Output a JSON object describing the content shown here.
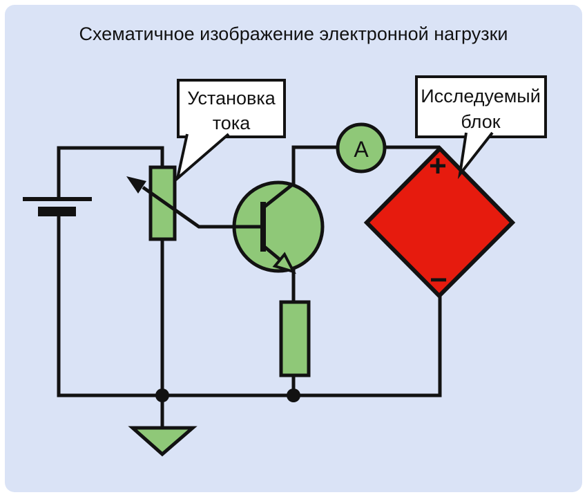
{
  "title": "Схематичное изображение электронной нагрузки",
  "colors": {
    "background": "#dae3f6",
    "outer": "#ffffff",
    "line": "#121212",
    "component_green": "#8fc878",
    "load_red": "#e61b0e",
    "callout_fill": "#ffffff"
  },
  "callouts": {
    "current_setting": {
      "line1": "Установка",
      "line2": "тока"
    },
    "device_under_test": {
      "line1": "Исследуемый",
      "line2": "блок"
    }
  },
  "ammeter": {
    "label": "A"
  },
  "load": {
    "plus": "+",
    "minus": "−"
  }
}
